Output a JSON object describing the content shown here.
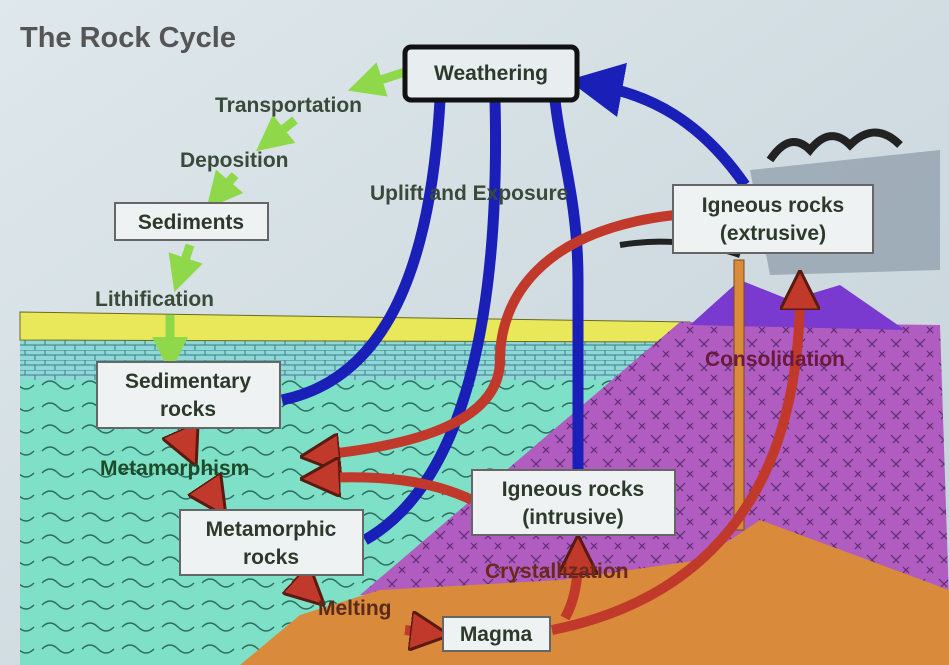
{
  "title": "The Rock Cycle",
  "labels": {
    "weathering": "Weathering",
    "transportation": "Transportation",
    "deposition": "Deposition",
    "sediments": "Sediments",
    "lithification": "Lithification",
    "uplift": "Uplift and Exposure",
    "igneous_extrusive_1": "Igneous rocks",
    "igneous_extrusive_2": "(extrusive)",
    "sedimentary_1": "Sedimentary",
    "sedimentary_2": "rocks",
    "metamorphism": "Metamorphism",
    "igneous_intrusive_1": "Igneous rocks",
    "igneous_intrusive_2": "(intrusive)",
    "metamorphic_1": "Metamorphic",
    "metamorphic_2": "rocks",
    "crystallization": "Crystallization",
    "melting": "Melting",
    "magma": "Magma",
    "consolidation": "Consolidation"
  },
  "colors": {
    "background": "#cfdbe0",
    "sea": "#7fe0c8",
    "sediment_layer": "#e8e85a",
    "mountain": "#b05cc0",
    "magma": "#d98a3a",
    "blue_arrow": "#1a1fb8",
    "red_arrow": "#c0392b",
    "green_arrow": "#8fd84a"
  }
}
